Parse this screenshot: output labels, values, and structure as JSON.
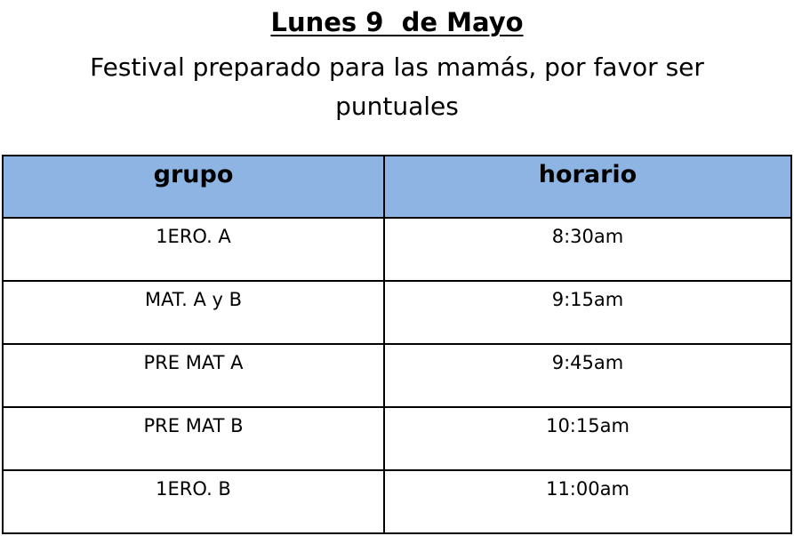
{
  "title": "Lunes 9  de Mayo",
  "subtitle": "Festival preparado para las mamás, por favor ser puntuales",
  "table": {
    "header_bg": "#8eb4e3",
    "headers": [
      "grupo",
      "horario"
    ],
    "rows": [
      {
        "grupo": "1ERO. A",
        "horario": "8:30am"
      },
      {
        "grupo": "MAT. A y B",
        "horario": "9:15am"
      },
      {
        "grupo": "PRE MAT A",
        "horario": "9:45am"
      },
      {
        "grupo": "PRE MAT B",
        "horario": "10:15am"
      },
      {
        "grupo": "1ERO. B",
        "horario": "11:00am"
      }
    ]
  }
}
